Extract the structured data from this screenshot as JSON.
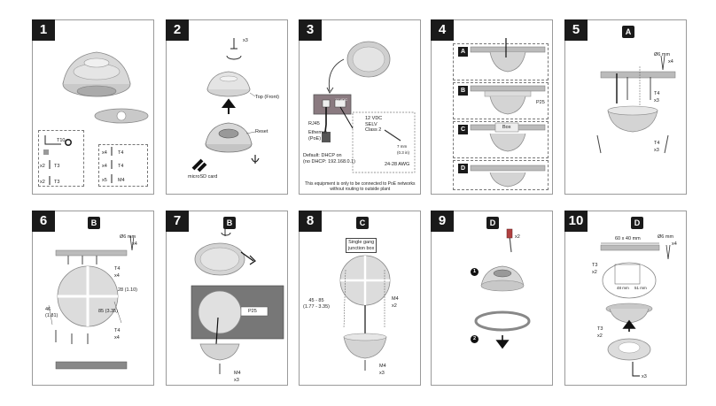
{
  "steps": [
    {
      "number": "1"
    },
    {
      "number": "2"
    },
    {
      "number": "3"
    },
    {
      "number": "4"
    },
    {
      "number": "5",
      "badge": "A"
    },
    {
      "number": "6",
      "badge": "B"
    },
    {
      "number": "7",
      "badge": "B"
    },
    {
      "number": "8",
      "badge": "C"
    },
    {
      "number": "9",
      "badge": "D"
    },
    {
      "number": "10",
      "badge": "D"
    }
  ],
  "p1": {
    "t10": "T10",
    "x2_t3": "x2",
    "t3": "T3",
    "x2_t3b": "x2",
    "t3b": "T3",
    "x4_t4": "x4",
    "t4": "T4",
    "x4_t4b": "x4",
    "t4b": "T4",
    "x5_m4": "x5",
    "m4": "M4"
  },
  "p2": {
    "x3": "x3",
    "top_front": "Top (Front)",
    "reset": "Reset",
    "microsd": "microSD card"
  },
  "p3": {
    "rj45": "RJ45",
    "ethernet": "Ethernet\n(PoE)",
    "default": "Default: DHCP on\n(no DHCP: 192.168.0.1)",
    "vdc": "12 VDC\nSELV\nClass 2",
    "mm": "7 mm\n(0.3 in)",
    "awg": "24-28 AWG",
    "port": "12 VDC",
    "note": "This equipment is only to be connected to PoE networks\nwithout routing to outside plant"
  },
  "p4": {
    "a": "A",
    "b": "B",
    "c": "C",
    "d": "D",
    "p25": "P25",
    "box": "Box"
  },
  "p5": {
    "dia": "Ø6 mm",
    "x4": "x4",
    "t4": "T4",
    "x3": "x3",
    "t4b": "T4",
    "x3b": "x3"
  },
  "p6": {
    "dia": "Ø6 mm",
    "x4": "x4",
    "t4": "T4",
    "x4b": "x4",
    "d28": "28 (1.10)",
    "d46": "46\n(1.81)",
    "d85": "85 (3.35)",
    "t4b": "T4",
    "x4c": "x4"
  },
  "p7": {
    "p25": "P25",
    "m4": "M4",
    "x3": "x3"
  },
  "p8": {
    "box": "Single gang\njunction box",
    "dim": "45 - 85\n(1.77 - 3.35)",
    "m4": "M4",
    "x2": "x2",
    "m4b": "M4",
    "x3": "x3"
  },
  "p9": {
    "x2": "x2",
    "one": "1",
    "two": "2"
  },
  "p10": {
    "dim": "60 x 40 mm",
    "dia": "Ø6 mm",
    "x4": "x4",
    "t3": "T3",
    "x2": "x2",
    "t3b": "T3",
    "x2b": "x2",
    "x3": "x3",
    "d48": "48 mm",
    "d51": "51 mm"
  }
}
